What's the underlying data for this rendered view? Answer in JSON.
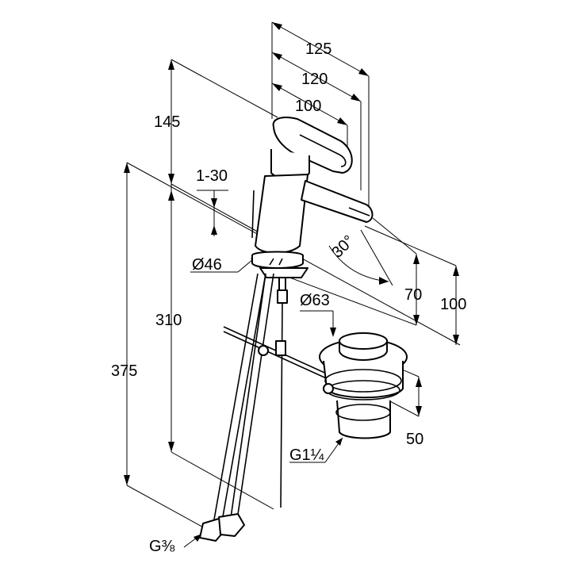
{
  "dimensions": {
    "overall_width": "125",
    "spout_reach": "120",
    "handle_reach": "100",
    "height_above_deck": "145",
    "deck_thickness": "1-30",
    "base_diameter": "Ø46",
    "tilt_angle": "30°",
    "spout_outlet_height": "70",
    "spout_height": "100",
    "waste_diameter": "Ø63",
    "supply_hose_length": "310",
    "total_height": "375",
    "waste_height": "50",
    "waste_thread": "G1¼",
    "supply_thread": "G⅜"
  }
}
